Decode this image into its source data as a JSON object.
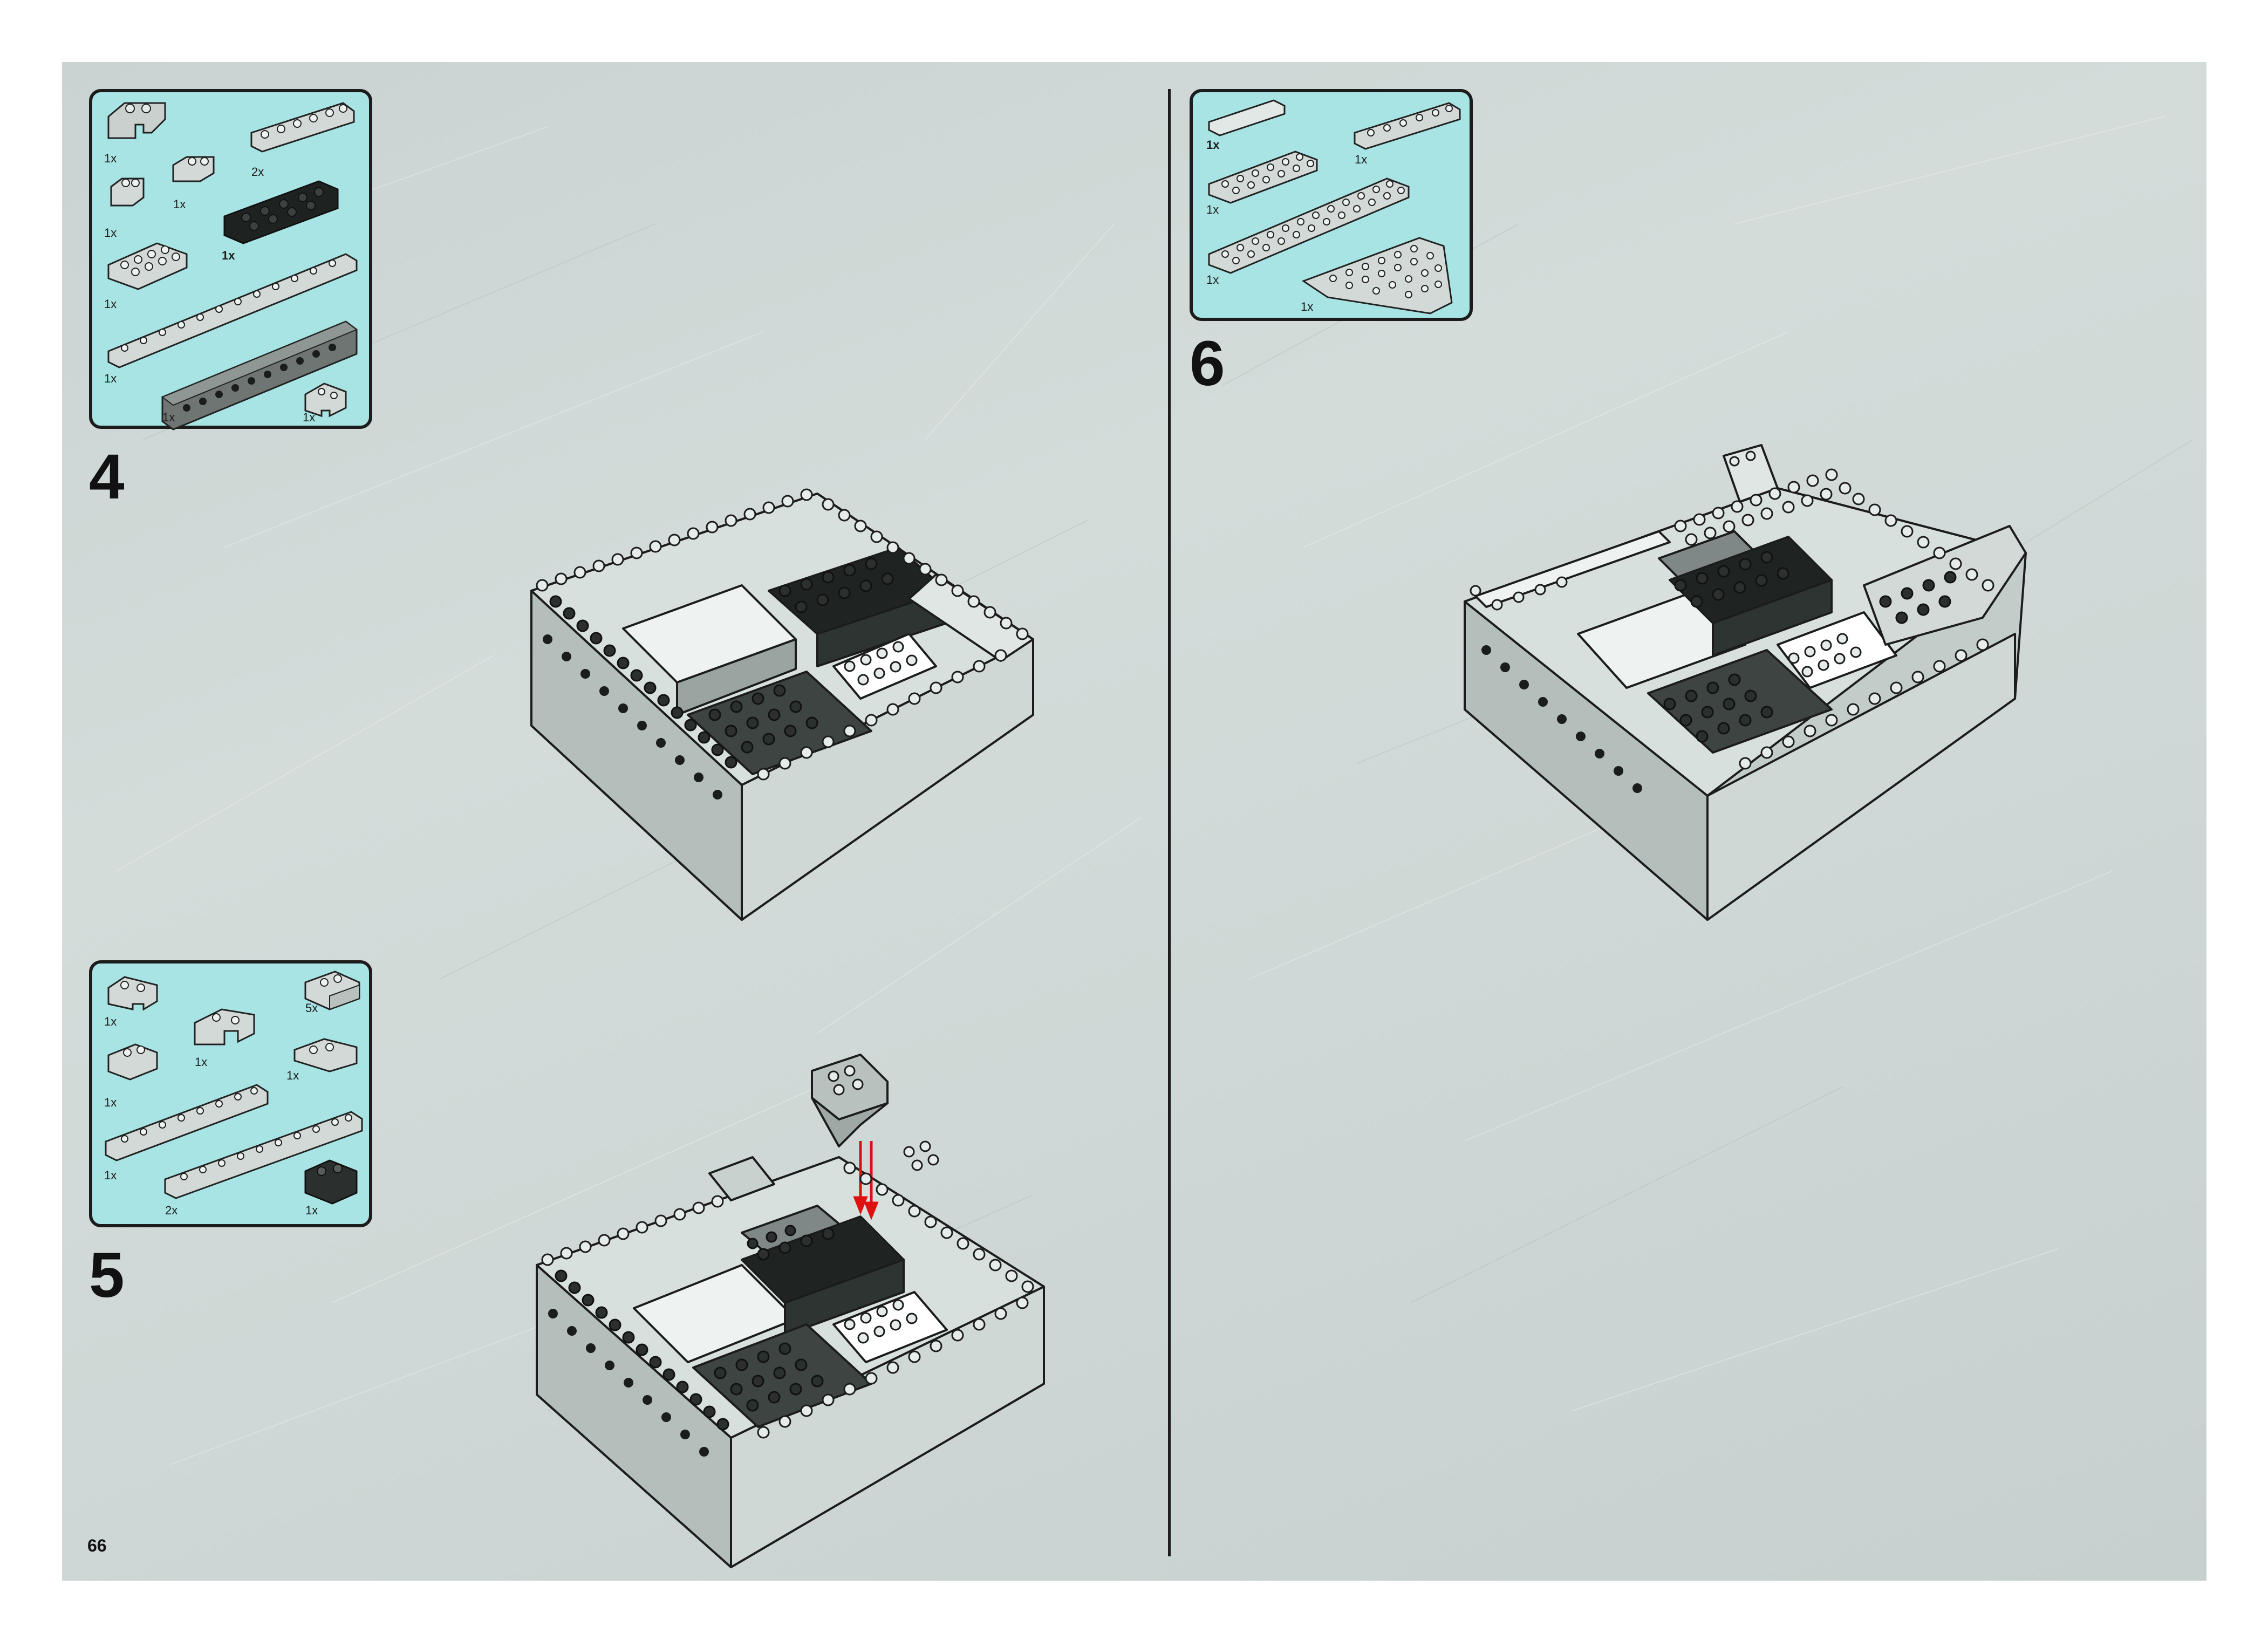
{
  "page_number": "66",
  "steps": [
    {
      "number": "4",
      "parts": [
        {
          "qty": "1x",
          "icon": "arch-brick-icon"
        },
        {
          "qty": "1x",
          "icon": "brick-1x2-icon"
        },
        {
          "qty": "1x",
          "icon": "brick-1x2-icon"
        },
        {
          "qty": "2x",
          "icon": "plate-1x6-icon"
        },
        {
          "qty": "1x",
          "icon": "brick-2x6-dark-icon"
        },
        {
          "qty": "1x",
          "icon": "plate-2x4-icon"
        },
        {
          "qty": "1x",
          "icon": "plate-1x12-icon"
        },
        {
          "qty": "1x",
          "icon": "technic-brick-1x14-icon"
        },
        {
          "qty": "1x",
          "icon": "corner-brick-icon"
        }
      ]
    },
    {
      "number": "5",
      "parts": [
        {
          "qty": "1x",
          "icon": "corner-brick-icon"
        },
        {
          "qty": "1x",
          "icon": "arch-brick-icon"
        },
        {
          "qty": "5x",
          "icon": "slope-2x2-icon"
        },
        {
          "qty": "1x",
          "icon": "brick-1x2-icon"
        },
        {
          "qty": "1x",
          "icon": "wedge-plate-icon"
        },
        {
          "qty": "1x",
          "icon": "plate-1x8-icon"
        },
        {
          "qty": "2x",
          "icon": "plate-1x10-icon"
        },
        {
          "qty": "1x",
          "icon": "brick-2x2-dark-icon"
        }
      ]
    },
    {
      "number": "6",
      "parts": [
        {
          "qty": "1x",
          "icon": "tile-1x4-icon"
        },
        {
          "qty": "1x",
          "icon": "plate-1x6-icon"
        },
        {
          "qty": "1x",
          "icon": "plate-2x6-icon"
        },
        {
          "qty": "1x",
          "icon": "plate-2x12-icon"
        },
        {
          "qty": "1x",
          "icon": "wedge-plate-6x6-icon"
        }
      ]
    }
  ],
  "colors": {
    "callout_bg": "#a8e4e4",
    "background": "#cdd6d4",
    "arrow": "#e01010"
  }
}
